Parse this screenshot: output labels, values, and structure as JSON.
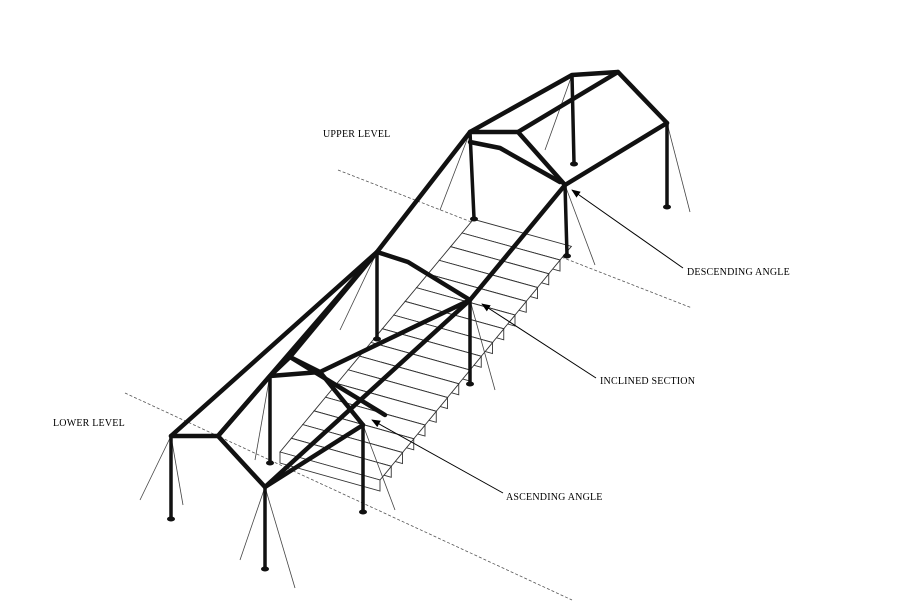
{
  "labels": {
    "upper_level": "UPPER LEVEL",
    "lower_level": "LOWER LEVEL",
    "descending_angle": "DESCENDING ANGLE",
    "inclined_section": "INCLINED SECTION",
    "ascending_angle": "ASCENDING ANGLE"
  }
}
